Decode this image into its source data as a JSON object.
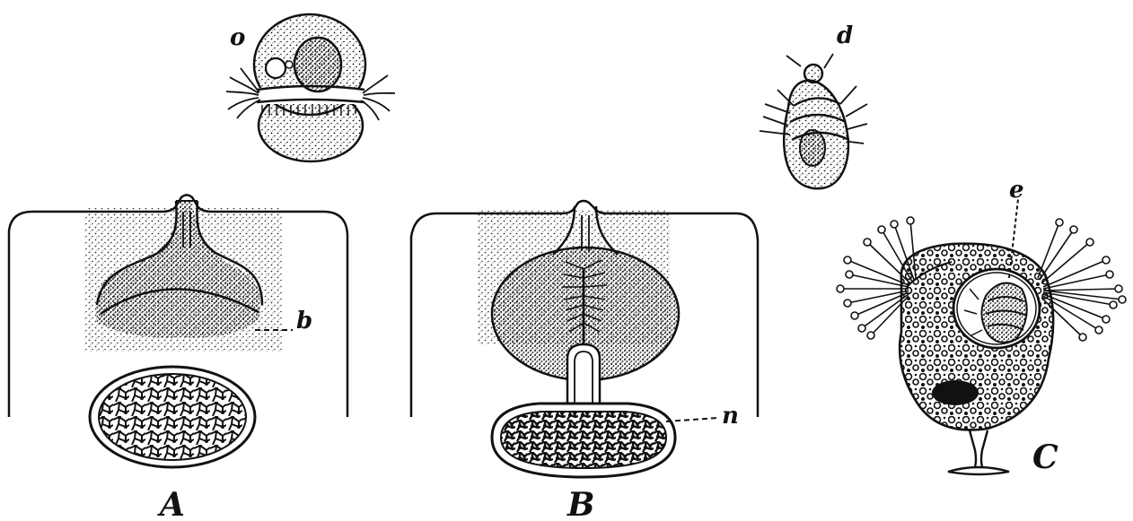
{
  "figure": {
    "labels": {
      "o": "o",
      "d": "d",
      "e": "e",
      "b": "b",
      "n": "n",
      "A": "A",
      "B": "B",
      "C": "C"
    },
    "panels": [
      {
        "id": "o",
        "description_label": "o"
      },
      {
        "id": "d",
        "description_label": "d"
      },
      {
        "id": "A",
        "description_label": "A"
      },
      {
        "id": "B",
        "description_label": "B"
      },
      {
        "id": "C",
        "description_label": "C"
      }
    ],
    "colors": {
      "ink": "#111111",
      "paper": "#ffffff"
    }
  }
}
